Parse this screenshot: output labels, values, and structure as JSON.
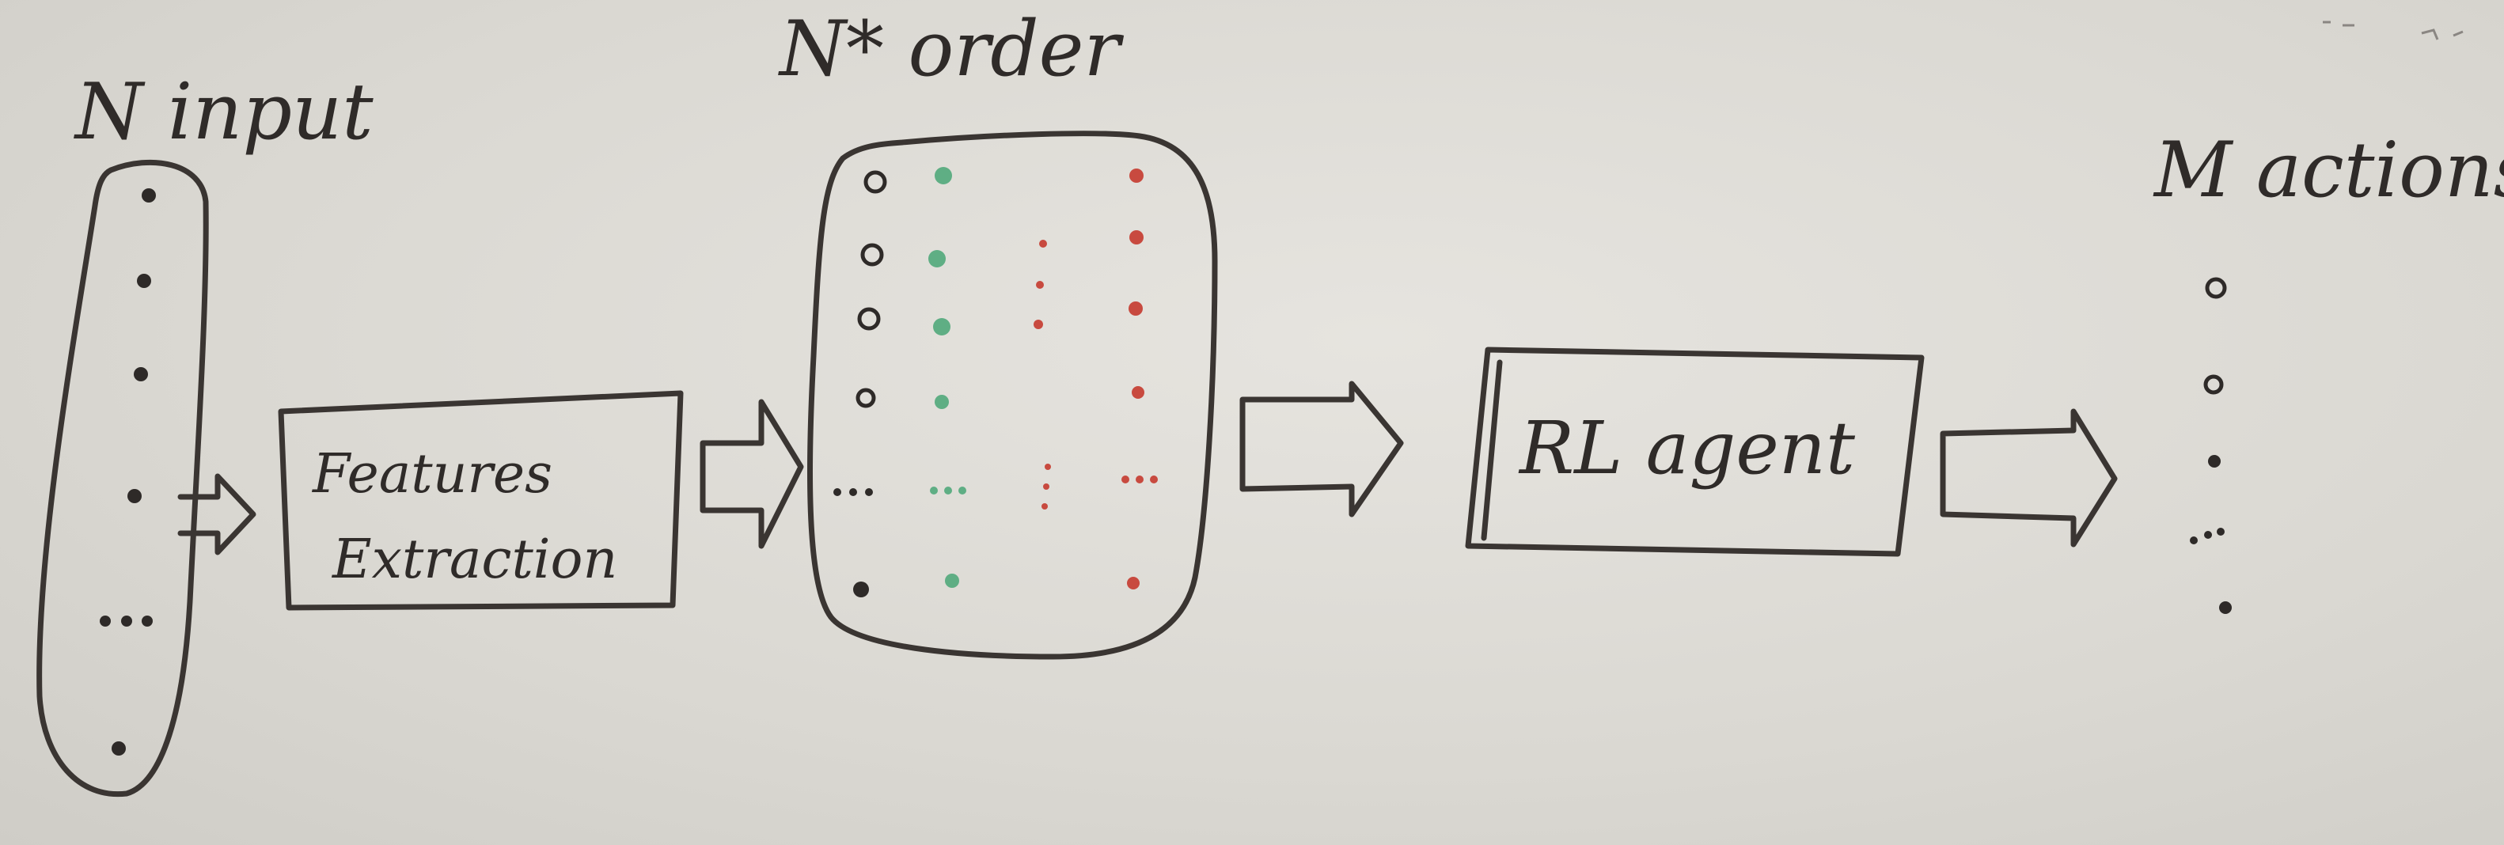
{
  "diagram": {
    "input_label": "N input",
    "order_label": "N* order",
    "features_box": {
      "line1": "Features",
      "line2": "Extraction"
    },
    "agent_box": "RL agent",
    "actions_label": "M actions"
  },
  "colors": {
    "ink": "#3a3532",
    "marker_green": "#5fae84",
    "marker_red": "#c84a3f",
    "board": "#dcdad5"
  }
}
